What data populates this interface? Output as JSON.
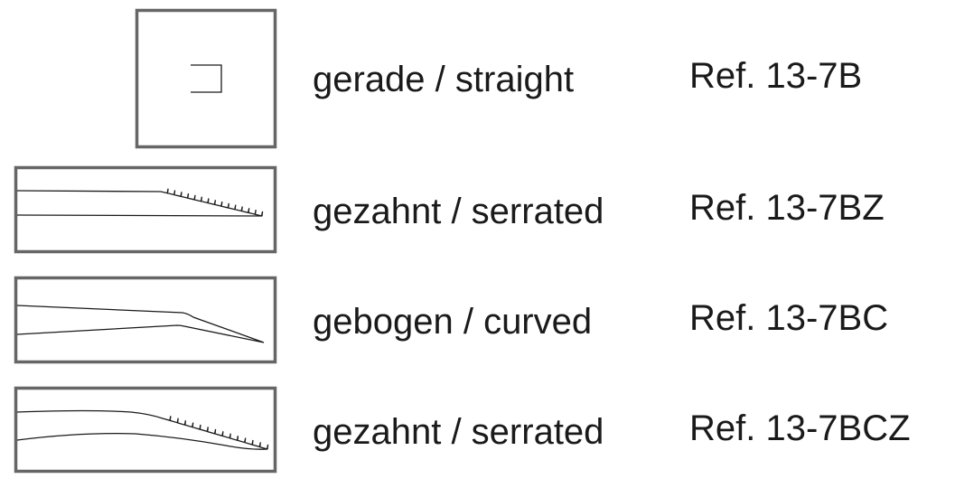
{
  "rows": [
    {
      "tip": "straight",
      "label": "gerade / straight",
      "ref": "Ref. 13-7B"
    },
    {
      "tip": "serrated",
      "label": "gezahnt / serrated",
      "ref": "Ref. 13-7BZ"
    },
    {
      "tip": "curved",
      "label": "gebogen / curved",
      "ref": "Ref. 13-7BC"
    },
    {
      "tip": "curved-serrated",
      "label": "gezahnt / serrated",
      "ref": "Ref. 13-7BCZ"
    }
  ]
}
